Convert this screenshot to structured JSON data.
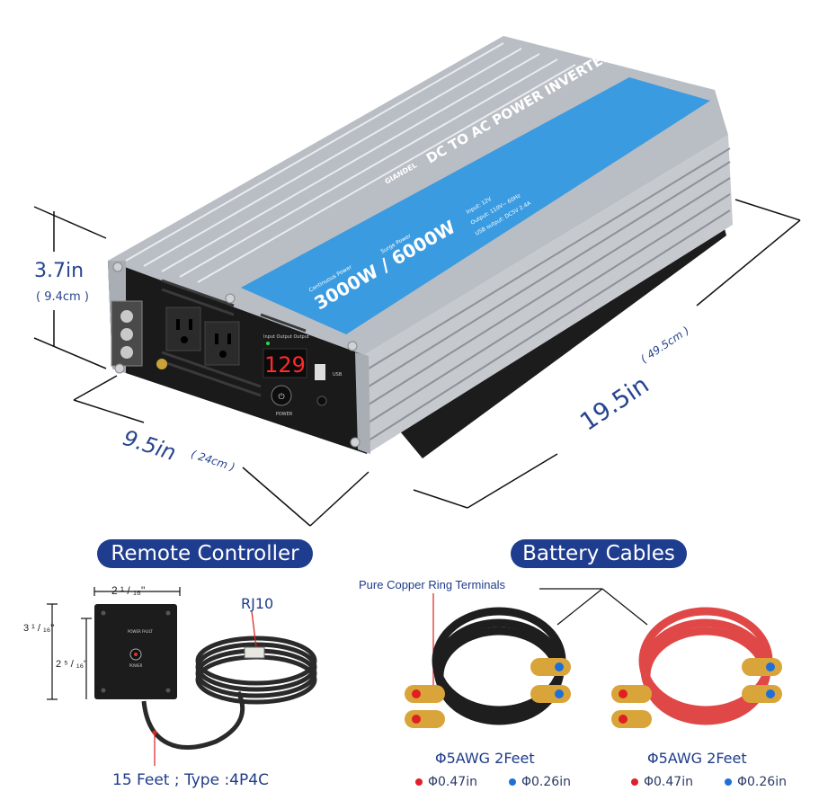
{
  "inverter": {
    "brand": "GIANDEL",
    "title": "DC TO AC POWER INVERTER",
    "power": "3000W / 6000W",
    "continuous_label": "Continuous Power",
    "surge_label": "Surge Power",
    "display_value": "129",
    "spec_input": "Input: 12V",
    "spec_output": "Output: 110V~ 60Hz",
    "spec_usb": "USB output: DC5V 2.4A",
    "power_label": "POWER",
    "usb_label": "USB",
    "status_labels": "Input  Output  Output"
  },
  "dimensions": {
    "height_in": "3.7in",
    "height_cm": "( 9.4cm )",
    "width_in": "9.5in",
    "width_cm": "( 24cm )",
    "length_in": "19.5in",
    "length_cm": "( 49.5cm )"
  },
  "remote": {
    "heading": "Remote Controller",
    "width_dim": "2 ¹ / ₁₆''",
    "outer_height_dim": "3 ¹ / ₁₆''",
    "inner_height_dim": "2 ⁵ / ₁₆''",
    "connector": "RJ10",
    "cable_note": "15 Feet ; Type :4P4C",
    "power_label": "POWER",
    "fault_label": "FAULT",
    "button_label": "POWER"
  },
  "cables": {
    "heading": "Battery Cables",
    "terminals_label": "Pure Copper Ring Terminals",
    "black_spec": "Φ5AWG 2Feet",
    "red_spec": "Φ5AWG 2Feet",
    "legend_large": "Φ0.47in",
    "legend_small": "Φ0.26in"
  },
  "colors": {
    "accent": "#1f3d8f",
    "label_blue": "#3a9be0",
    "red_cable": "#e04848",
    "dot_red": "#e0202a",
    "dot_blue": "#1f6fd8"
  }
}
